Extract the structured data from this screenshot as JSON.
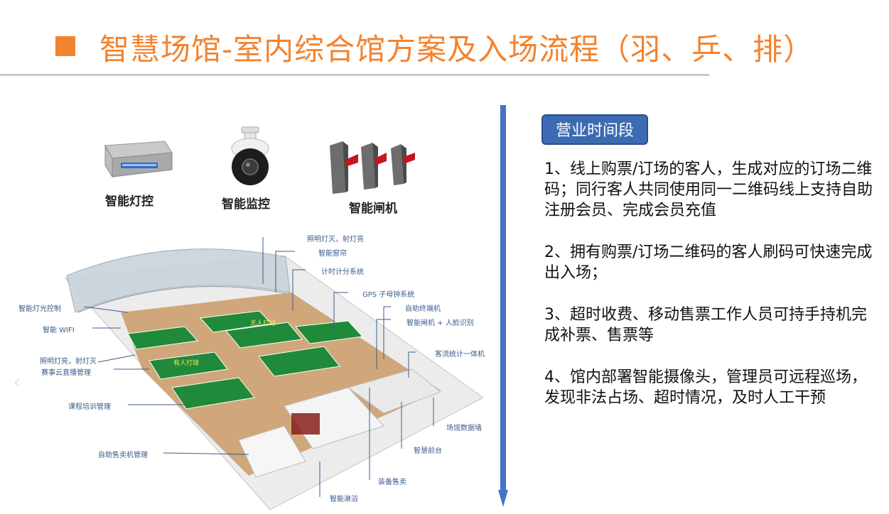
{
  "title": "智慧场馆-室内综合馆方案及入场流程（羽、乒、排）",
  "colors": {
    "accent": "#f2832f",
    "badge": "#3d6bb3",
    "arrow": "#4472c4",
    "label": "#3b5b8c"
  },
  "devices": [
    {
      "label": "智能灯控",
      "icon": "lighting-controller"
    },
    {
      "label": "智能监控",
      "icon": "dome-camera"
    },
    {
      "label": "智能闸机",
      "icon": "turnstile-gates"
    }
  ],
  "venue_labels": {
    "light_off": "照明灯灭，射灯亮",
    "curtain": "智能窗帘",
    "timer": "计时计分系统",
    "gps": "GPS 子母钟系统",
    "terminal": "自助终端机",
    "gate_face": "智能闸机 + 人脸识别",
    "flow_counter": "客流统计一体机",
    "data_wall": "场馆数据墙",
    "front_desk": "智慧前台",
    "equipment": "装备售卖",
    "shower": "智能淋浴",
    "vending": "自助售卖机管理",
    "training": "课程培训管理",
    "live": "赛事云直播管理",
    "light_on": "照明灯亮，射灯灭",
    "wifi": "智能 WIFI",
    "light_control": "智能灯光控制",
    "unoccupied": "无人打球",
    "occupied": "有人打球"
  },
  "badge": "营业时间段",
  "steps": [
    "1、线上购票/订场的客人，生成对应的订场二维码；同行客人共同使用同一二维码线上支持自助注册会员、完成会员充值",
    "2、拥有购票/订场二维码的客人刷码可快速完成出入场；",
    "3、超时收费、移动售票工作人员可持手持机完成补票、售票等",
    "4、馆内部署智能摄像头，管理员可远程巡场，发现非法占场、超时情况，及时人工干预"
  ]
}
